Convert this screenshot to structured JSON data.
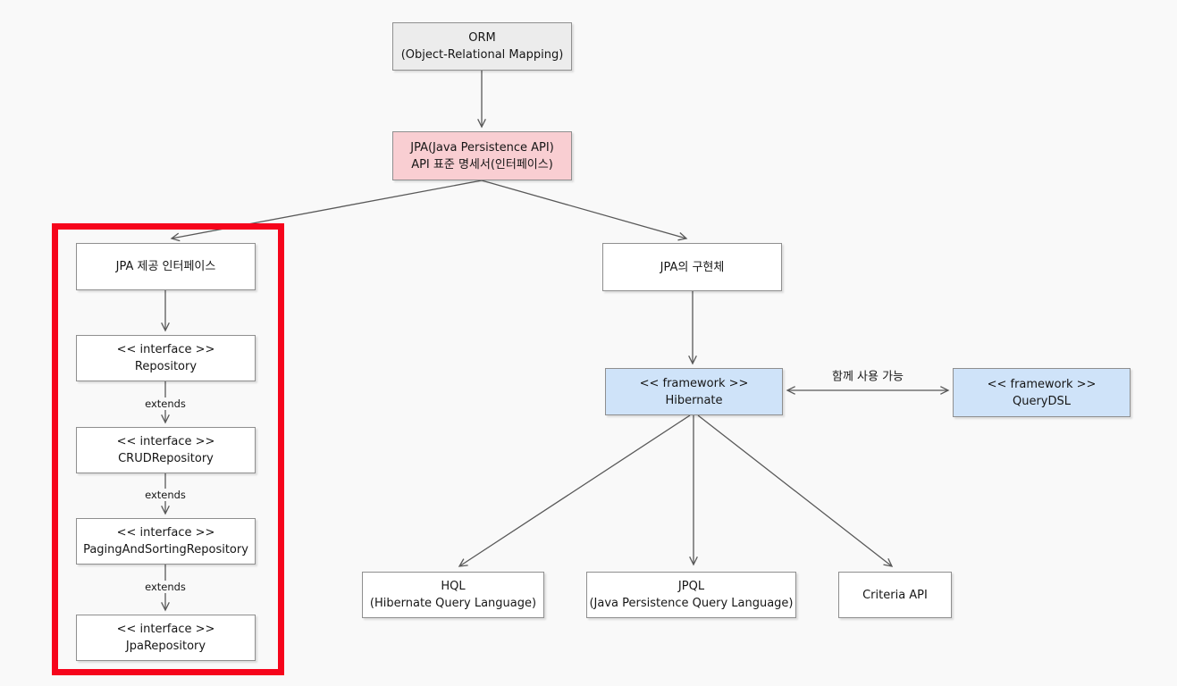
{
  "diagram": {
    "title": "JPA / Hibernate architecture diagram",
    "colors": {
      "background": "#f9f9f9",
      "box_border": "#8f8f8f",
      "arrow": "#595959",
      "gray_fill": "#ececec",
      "pink_fill": "#f9ced2",
      "blue_fill": "#cfe3f9",
      "white_fill": "#ffffff",
      "highlight_red": "#f6051c"
    }
  },
  "nodes": {
    "orm": {
      "line1": "ORM",
      "line2": "(Object-Relational Mapping)"
    },
    "jpa": {
      "line1": "JPA(Java Persistence API)",
      "line2": "API 표준 명세서(인터페이스)"
    },
    "jpa_interfaces": {
      "line1": "JPA 제공 인터페이스"
    },
    "repository": {
      "line1": "<< interface >>",
      "line2": "Repository"
    },
    "crud_repository": {
      "line1": "<< interface >>",
      "line2": "CRUDRepository"
    },
    "paging_repository": {
      "line1": "<< interface >>",
      "line2": "PagingAndSortingRepository"
    },
    "jpa_repository": {
      "line1": "<< interface >>",
      "line2": "JpaRepository"
    },
    "jpa_impl": {
      "line1": "JPA의 구현체"
    },
    "hibernate": {
      "line1": "<< framework >>",
      "line2": "Hibernate"
    },
    "querydsl": {
      "line1": "<< framework >>",
      "line2": "QueryDSL"
    },
    "hql": {
      "line1": "HQL",
      "line2": "(Hibernate Query Language)"
    },
    "jpql": {
      "line1": "JPQL",
      "line2": "(Java Persistence Query Language)"
    },
    "criteria": {
      "line1": "Criteria API"
    }
  },
  "edge_labels": {
    "extends": [
      "extends",
      "extends",
      "extends"
    ],
    "together": "함께 사용 가능"
  }
}
